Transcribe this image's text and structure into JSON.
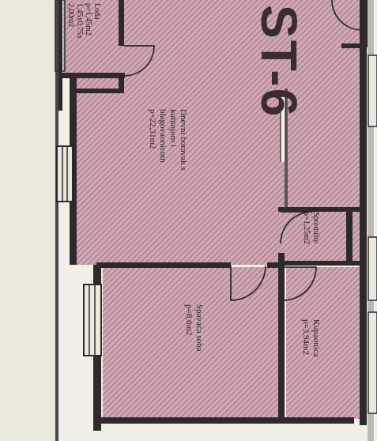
{
  "plan": {
    "unit_code": "ST-6",
    "rooms": [
      {
        "id": "wc",
        "lines": [
          "Lođa",
          "p=1,45m2",
          "1,45x0,75x",
          "2,00m2"
        ]
      },
      {
        "id": "living",
        "lines": [
          "Dnevni boravak s",
          "kuhinjom i",
          "blagovaonicom",
          "p=22,31m2"
        ]
      },
      {
        "id": "bedroom",
        "lines": [
          "Spavaća soba",
          "p=8,6m2"
        ]
      },
      {
        "id": "bathroom",
        "lines": [
          "Kupaonica",
          "p=3,94m2"
        ]
      },
      {
        "id": "storage",
        "lines": [
          "Spremište",
          "p=1,25m2"
        ]
      }
    ]
  },
  "colors": {
    "paper": "#f2efe6",
    "hatch_fill": "#cfa8b3",
    "hatch_line": "#8a5f6d",
    "wall": "#2e2a2c",
    "text": "#2b1f24"
  }
}
